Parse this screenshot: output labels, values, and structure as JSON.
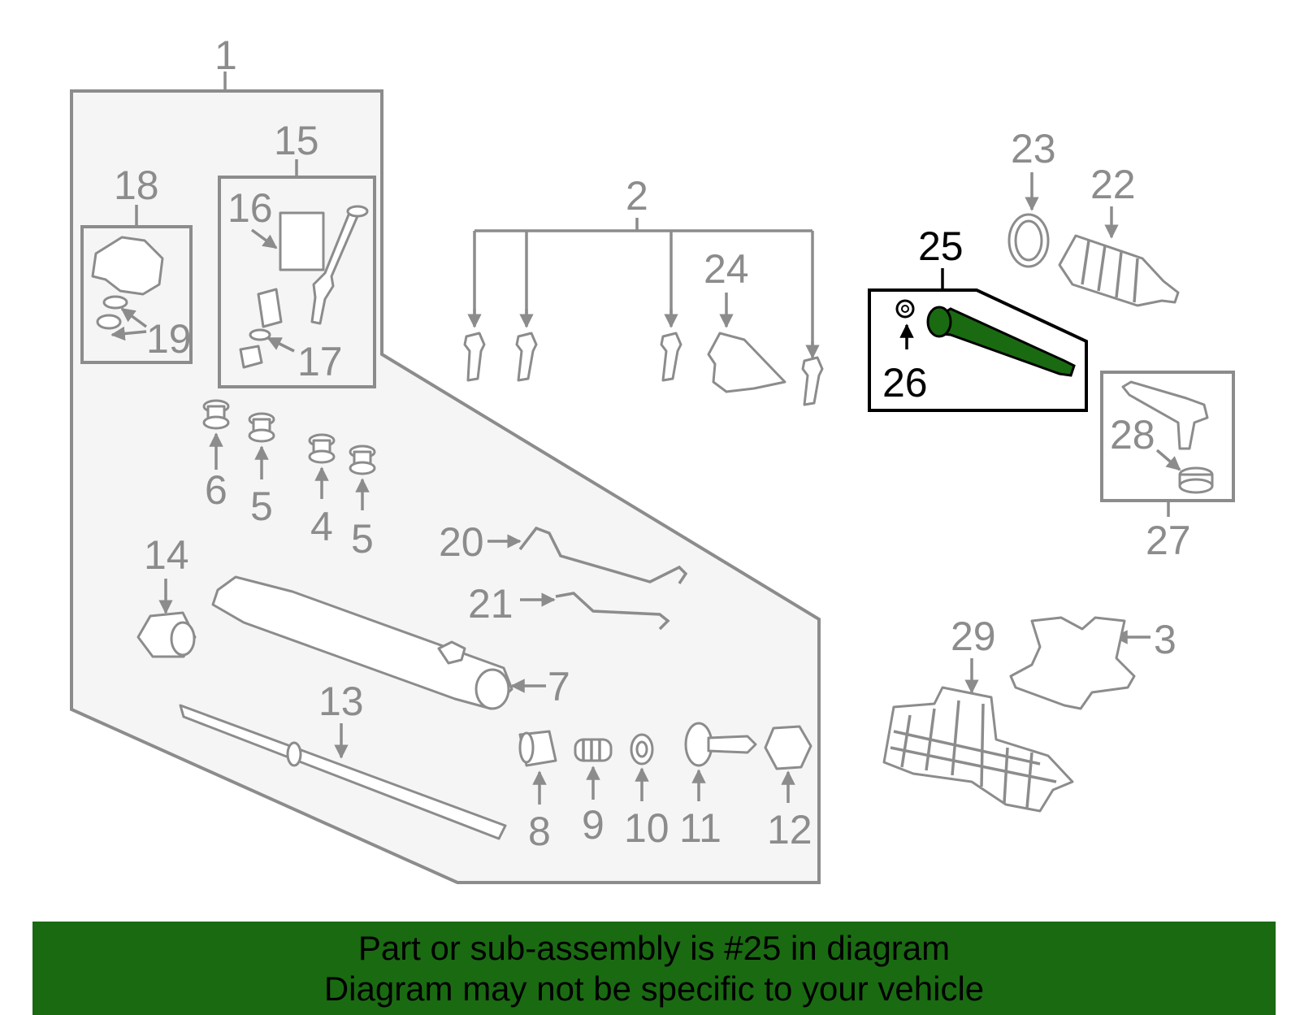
{
  "callouts": {
    "n1": "1",
    "n2": "2",
    "n3": "3",
    "n4": "4",
    "n5a": "5",
    "n5b": "5",
    "n6": "6",
    "n7": "7",
    "n8": "8",
    "n9": "9",
    "n10": "10",
    "n11": "11",
    "n12": "12",
    "n13": "13",
    "n14": "14",
    "n15": "15",
    "n16": "16",
    "n17": "17",
    "n18": "18",
    "n19": "19",
    "n20": "20",
    "n21": "21",
    "n22": "22",
    "n23": "23",
    "n24": "24",
    "n25": "25",
    "n26": "26",
    "n27": "27",
    "n28": "28",
    "n29": "29"
  },
  "highlight": {
    "part_number": "25",
    "color": "#1a6a12"
  },
  "colors": {
    "line": "#8c8c8c",
    "banner": "#1a6a12",
    "panel": "#f5f5f5"
  },
  "banner": {
    "line1": "Part or sub-assembly is #25 in diagram",
    "line2": "Diagram may not be specific to your vehicle"
  }
}
